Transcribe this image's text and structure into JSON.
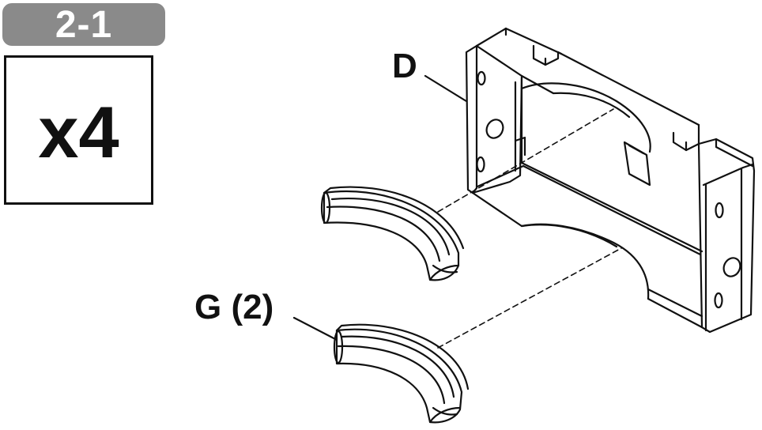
{
  "step": {
    "label": "2-1",
    "badge_color": "#8a8a8a"
  },
  "quantity": {
    "label": "x4"
  },
  "parts": {
    "bracket": {
      "label": "D"
    },
    "seal": {
      "label": "G (2)"
    }
  },
  "colors": {
    "line": "#111111",
    "background": "#ffffff"
  }
}
